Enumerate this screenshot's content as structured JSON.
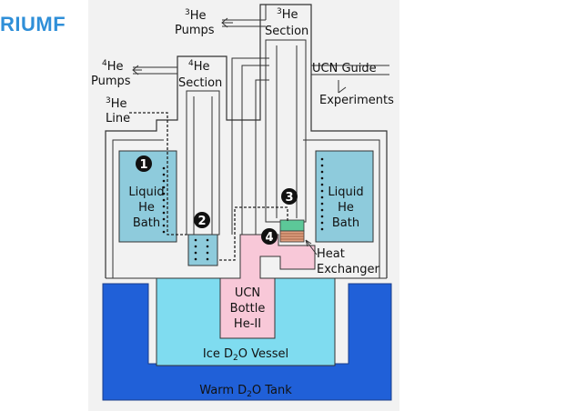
{
  "logo": "RIUMF",
  "colors": {
    "panel": "#f2f2f2",
    "liquid_he": "#8ecbdc",
    "ice_vessel": "#7fdcf0",
    "warm_tank": "#2060d8",
    "ucn_bottle": "#f8c8d8",
    "cryo_3": "#5cc898",
    "heat_exchanger": "#e0a080"
  },
  "labels": {
    "he3_pumps": {
      "sup": "3",
      "base": "He",
      "line2": "Pumps"
    },
    "he3_section": {
      "sup": "3",
      "base": "He",
      "line2": "Section"
    },
    "he4_pumps": {
      "sup": "4",
      "base": "He",
      "line2": "Pumps"
    },
    "he4_section": {
      "sup": "4",
      "base": "He",
      "line2": "Section"
    },
    "he3_line": {
      "sup": "3",
      "base": "He",
      "line2": "Line"
    },
    "ucn_guide": "UCN Guide",
    "experiments": "Experiments",
    "left_bath": [
      "Liquid",
      "He",
      "Bath"
    ],
    "right_bath": [
      "Liquid",
      "He",
      "Bath"
    ],
    "ucn_bottle": [
      "UCN",
      "Bottle",
      "He-II"
    ],
    "heat_exchanger": [
      "Heat",
      "Exchanger"
    ],
    "ice_vessel": {
      "pre": "Ice D",
      "sub": "2",
      "post": "O Vessel"
    },
    "warm_tank": {
      "pre": "Warm D",
      "sub": "2",
      "post": "O Tank"
    }
  },
  "markers": [
    "1",
    "2",
    "3",
    "4"
  ]
}
